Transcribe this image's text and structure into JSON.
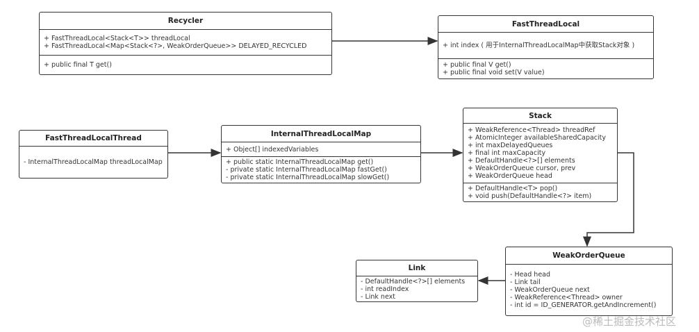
{
  "classes": [
    {
      "id": "recycler",
      "title": "Recycler",
      "attributes": [
        "+ FastThreadLocal<Stack<T>> threadLocal",
        "+ FastThreadLocal<Map<Stack<?>, WeakOrderQueue>> DELAYED_RECYCLED"
      ],
      "methods": [
        "+ public final T get()"
      ]
    },
    {
      "id": "fast-thread-local",
      "title": "FastThreadLocal",
      "attributes": [
        "+ int index ( 用于InternalThreadLocalMap中获取Stack对象 )"
      ],
      "methods": [
        "+ public final V get()",
        "+ public final void set(V value)"
      ]
    },
    {
      "id": "fast-thread-local-thread",
      "title": "FastThreadLocalThread",
      "attributes": [
        "- InternalThreadLocalMap threadLocalMap"
      ],
      "methods": []
    },
    {
      "id": "internal-thread-local-map",
      "title": "InternalThreadLocalMap",
      "attributes": [
        "+ Object[] indexedVariables"
      ],
      "methods": [
        "+ public static InternalThreadLocalMap get()",
        "-  private static InternalThreadLocalMap fastGet()",
        "-  private static InternalThreadLocalMap slowGet()"
      ]
    },
    {
      "id": "stack",
      "title": "Stack",
      "attributes": [
        "+ WeakReference<Thread> threadRef",
        "+ AtomicInteger availableSharedCapacity",
        "+ int maxDelayedQueues",
        "+ final int maxCapacity",
        "+ DefaultHandle<?>[] elements",
        "+ WeakOrderQueue cursor, prev",
        "+ WeakOrderQueue head"
      ],
      "methods": [
        "+ DefaultHandle<T> pop()",
        "+ void push(DefaultHandle<?> item)"
      ]
    },
    {
      "id": "weak-order-queue",
      "title": "WeakOrderQueue",
      "attributes": [
        "- Head head",
        "- Link tail",
        "- WeakOrderQueue next",
        "- WeakReference<Thread> owner",
        "- int id = ID_GENERATOR.getAndIncrement()"
      ],
      "methods": []
    },
    {
      "id": "link",
      "title": "Link",
      "attributes": [
        "- DefaultHandle<?>[] elements",
        "- int readIndex",
        "- Link next"
      ],
      "methods": []
    }
  ],
  "watermark": "@稀土掘金技术社区",
  "colors": {
    "line": "#333333",
    "watermark": "#bbbbbb"
  }
}
